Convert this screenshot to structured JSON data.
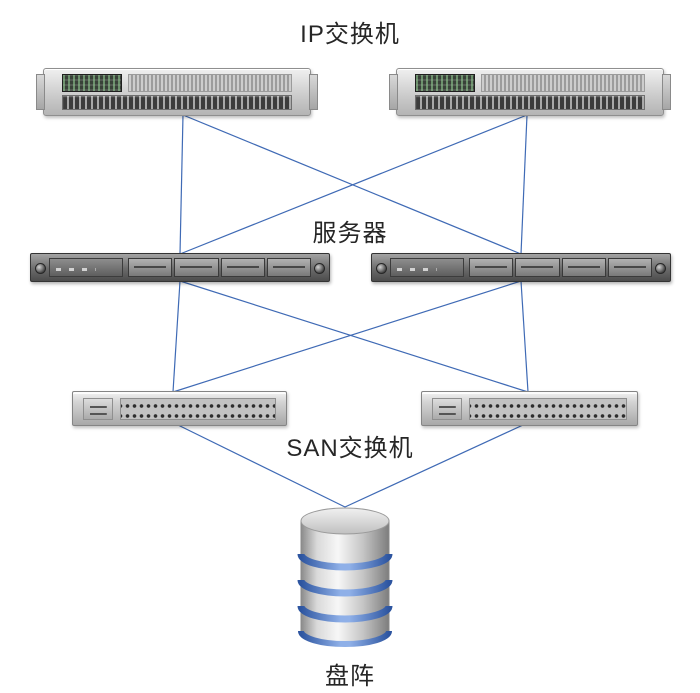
{
  "diagram": {
    "labels": {
      "ip_switch_group": "IP交换机",
      "server_group": "服务器",
      "san_switch_group": "SAN交换机",
      "disk_array": "盘阵"
    },
    "colors": {
      "connection_line": "#3f6ab5",
      "chassis_light": "#e8e8e8",
      "chassis_mid": "#b5b5b5",
      "server_dark": "#4c4c4c",
      "disk_ring_blue": "#3a67b5",
      "label_text": "#262626",
      "background": "#ffffff"
    },
    "nodes": [
      {
        "id": "ip-switch-1",
        "type": "ip-switch"
      },
      {
        "id": "ip-switch-2",
        "type": "ip-switch"
      },
      {
        "id": "server-1",
        "type": "server"
      },
      {
        "id": "server-2",
        "type": "server"
      },
      {
        "id": "san-switch-1",
        "type": "san-switch"
      },
      {
        "id": "san-switch-2",
        "type": "san-switch"
      },
      {
        "id": "disk-array",
        "type": "disk-array"
      }
    ],
    "edges": [
      {
        "from": "ip-switch-1",
        "to": "server-1"
      },
      {
        "from": "ip-switch-1",
        "to": "server-2"
      },
      {
        "from": "ip-switch-2",
        "to": "server-1"
      },
      {
        "from": "ip-switch-2",
        "to": "server-2"
      },
      {
        "from": "server-1",
        "to": "san-switch-1"
      },
      {
        "from": "server-1",
        "to": "san-switch-2"
      },
      {
        "from": "server-2",
        "to": "san-switch-1"
      },
      {
        "from": "server-2",
        "to": "san-switch-2"
      },
      {
        "from": "san-switch-1",
        "to": "disk-array"
      },
      {
        "from": "san-switch-2",
        "to": "disk-array"
      }
    ]
  }
}
